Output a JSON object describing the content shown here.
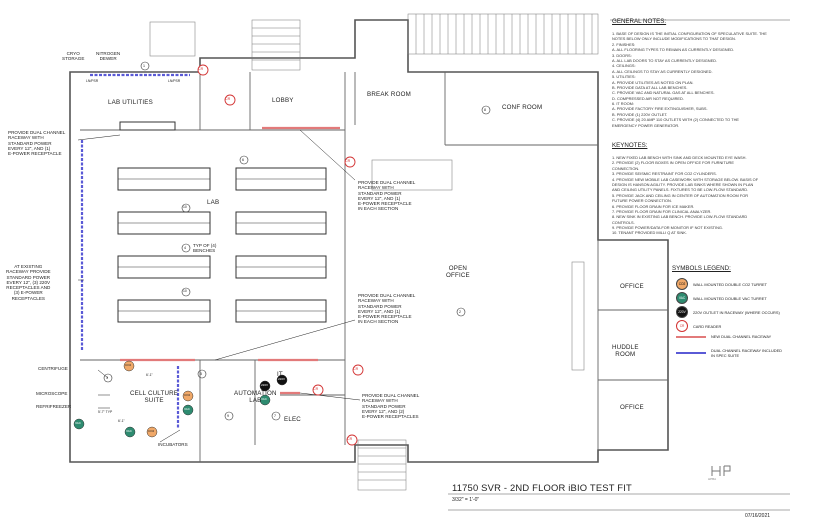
{
  "rooms": {
    "cryo_storage": "CRYO\nSTORAGE",
    "nitrogen_dewer": "NITROGEN\nDEWER",
    "lab_utilities": "LAB UTILITIES",
    "lobby": "LOBBY",
    "break_room": "BREAK ROOM",
    "conf_room": "CONF ROOM",
    "lab": "LAB",
    "open_office": "OPEN\nOFFICE",
    "office_1": "OFFICE",
    "huddle_room": "HUDDLE\nROOM",
    "office_2": "OFFICE",
    "cell_culture_suite": "CELL CULTURE\nSUITE",
    "automation_lab": "AUTOMATION\nLAB",
    "it": "IT",
    "elec": "ELEC"
  },
  "callouts": {
    "dual_channel_left": "PROVIDE DUAL CHANNEL\nRACEWAY WITH\nSTANDARD POWER\nEVERY 12\", AND (1)\nE-POWER RECEPTACLE",
    "existing_raceway": "AT EXISTING\nRACEWAY PROVIDE\nSTANDARD POWER\nEVERY 12\", (3) 220V\nRECEPTACLES AND\n(3) E-POWER\nRECEPTACLES",
    "dual_channel_center": "PROVIDE DUAL CHANNEL\nRACEWAY WITH\nSTANDARD POWER\nEVERY 12\", AND (1)\nE-POWER RECEPTACLE\nIN EACH SECTION",
    "dual_channel_mid": "PROVIDE DUAL CHANNEL\nRACEWAY WITH\nSTANDARD POWER\nEVERY 12\", AND (1)\nE-POWER RECEPTACLE\nIN EACH SECTION",
    "dual_channel_elec": "PROVIDE DUAL CHANNEL\nRACEWAY WITH\nSTANDARD POWER\nEVERY 12\", AND (2)\nE-POWER RECEPTACLES",
    "typ_benches": "TYP OF (4)\nBENCHES",
    "centrifuge": "CENTRIFUGE",
    "microscope": "MICROSCOPE",
    "refrifreezer": "REFRIFREEZER",
    "incubators": "INCUBATORS",
    "lnpsr_1": "LN/PSR",
    "lnpsr_2": "LN/PSR",
    "dim_1": "6'-1\"",
    "dim_2": "6'-1\"",
    "dim_3": "5'-7\" TYP"
  },
  "tags": {
    "card_reader": "CR",
    "co2": "CO2",
    "vac": "VAC",
    "v220": "220V",
    "keynotes": [
      "1",
      "2",
      "3",
      "4",
      "5",
      "6",
      "7",
      "8",
      "9",
      "10"
    ]
  },
  "general_notes": {
    "heading": "GENERAL NOTES:",
    "lines": [
      "1. BASE OF DESIGN IS THE INITIAL CONFIGURATION OF SPECULATIVE SUITE. THE",
      "   NOTES BELOW ONLY INCLUDE MODIFICATIONS TO THAT DESIGN.",
      "2. FINISHES:",
      "   A. ALL FLOORING TYPES TO REMAIN AS CURRENTLY DESIGNED.",
      "3. DOORS:",
      "   A. ALL LAB DOORS TO STAY AS CURRENTLY DESIGNED.",
      "4. CEILINGS:",
      "   A. ALL CEILINGS TO STAY AS CURRENTLY DESIGNED.",
      "5. UTILITIES:",
      "   A. PROVIDE UTILITIES AS NOTED ON PLAN.",
      "   B. PROVIDE DATA AT ALL LAB BENCHES.",
      "   C. PROVIDE VAC AND NATURAL GAS AT ALL BENCHES.",
      "   D. COMPRESSED AIR NOT REQUIRED.",
      "6. IT ROOM:",
      "   A. PROVIDE FACTORY FIRE EXTINGUISHER, SUBS.",
      "   B. PROVIDE (1) 220V OUTLET.",
      "   C. PROVIDE (4) 20 AMP 110 OUTLETS WITH (2) CONNECTED TO THE",
      "      EMERGENCY POWER GENERATOR."
    ]
  },
  "keynotes": {
    "heading": "KEYNOTES:",
    "lines": [
      "1. NEW FIXED LAB BENCH WITH SINK AND DECK MOUNTED EYE WASH.",
      "2. PROVIDE (2) FLOOR BOXES IN OPEN OFFICE FOR FURNITURE",
      "   CONNECTION.",
      "3. PROVIDE SEISMIC RESTRAINT FOR CO2 CYLINDERS.",
      "4. PROVIDE NEW MOBILE LAB CASEWORK WITH STORAGE BELOW. BASIS OF",
      "   DESIGN IS HANSON AGILITY. PROVIDE LAB SINKS WHERE SHOWN IN PLAN",
      "   AND CEILING UTILITY PANELS. FIXTURES TO BE LOW-FLOW STANDARD.",
      "5. PROVIDE JACK AND CEILING IN CENTER OF AUTOMATION ROOM FOR",
      "   FUTURE POWER CONNECTION.",
      "6. PROVIDE FLOOR DRAIN FOR ICE MAKER.",
      "7. PROVIDE FLOOR DRAIN FOR CLINICAL ANALYZER.",
      "8. NEW SINK IN EXISTING LAB BENCH. PROVIDE LOW-FLOW STANDARD",
      "   CONTROLS.",
      "9. PROVIDE POWER/DATA FOR MONITOR IF NOT EXISTING.",
      "10. TENANT PROVIDED MILLI Q AT SINK."
    ]
  },
  "legend": {
    "heading": "SYMBOLS LEGEND:",
    "items": [
      {
        "symbol": "CO2",
        "label": "WALL MOUNTED DOUBLE CO2 TURRET",
        "color": "#f0a868"
      },
      {
        "symbol": "VAC",
        "label": "WALL MOUNTED DOUBLE VAC TURRET",
        "color": "#2e8b70"
      },
      {
        "symbol": "220V",
        "label": "220V OUTLET IN RACEWAY (WHERE OCCURS)",
        "color": "#111111"
      },
      {
        "symbol": "CR",
        "label": "CARD READER",
        "color": "#ffffff"
      }
    ],
    "lines": [
      {
        "label": "NEW DUAL CHANNEL RACEWAY",
        "color": "#e27a7a"
      },
      {
        "label": "DUAL CHANNEL RACEWAY INCLUDED\nIN SPEC SUITE",
        "color": "#5a5ad6"
      }
    ]
  },
  "title_block": {
    "title": "11750 SVR - 2ND FLOOR iBIO TEST FIT",
    "scale": "3/32\" = 1'-0\"",
    "date": "07/16/2021",
    "logo": "HPBA"
  },
  "colors": {
    "wall": "#555555",
    "new_raceway": "#e27a7a",
    "existing_raceway": "#5a5ad6",
    "co2": "#f0a868",
    "vac": "#2e8b70",
    "card_reader": "#d33333"
  }
}
